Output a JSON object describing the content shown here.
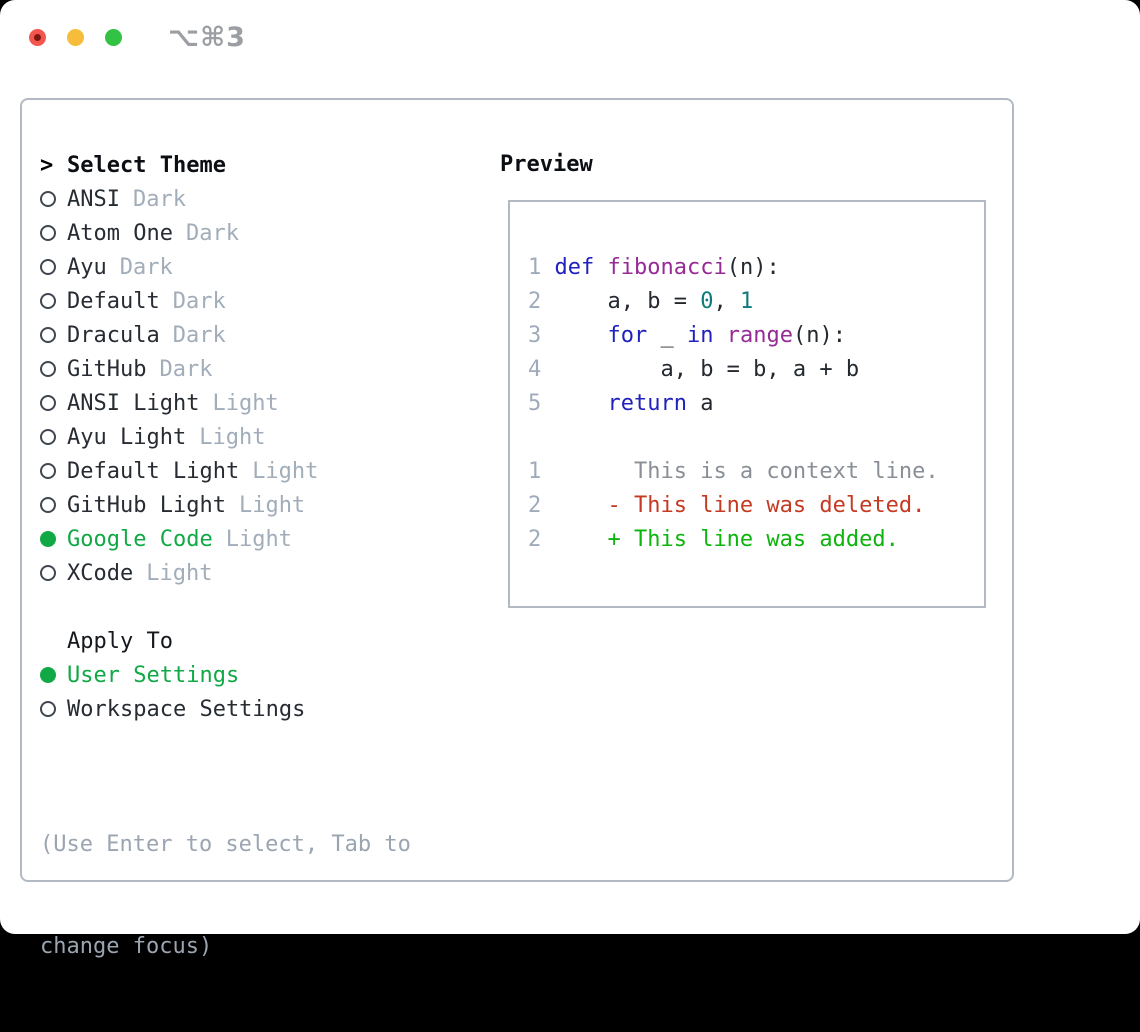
{
  "window": {
    "title": "⌥⌘3",
    "traffic_lights": [
      {
        "name": "close",
        "color": "#f2564d"
      },
      {
        "name": "minimize",
        "color": "#f6bd3b"
      },
      {
        "name": "zoom",
        "color": "#33c244"
      }
    ]
  },
  "colors": {
    "accent_green": "#10a945",
    "muted_gray": "#a2adba",
    "hint_gray": "#9aa5b1",
    "border_gray": "#b2b9c3",
    "keyword_blue": "#2121bd",
    "function_purple": "#962b96",
    "number_teal": "#0e7a7a",
    "diff_red": "#c53a22",
    "diff_green": "#0db40d",
    "line_number_gray": "#9fabbb"
  },
  "theme_selector": {
    "cursor": ">",
    "title": "Select Theme",
    "items": [
      {
        "label": "ANSI",
        "variant": "Dark",
        "selected": false
      },
      {
        "label": "Atom One",
        "variant": "Dark",
        "selected": false
      },
      {
        "label": "Ayu",
        "variant": "Dark",
        "selected": false
      },
      {
        "label": "Default",
        "variant": "Dark",
        "selected": false
      },
      {
        "label": "Dracula",
        "variant": "Dark",
        "selected": false
      },
      {
        "label": "GitHub",
        "variant": "Dark",
        "selected": false
      },
      {
        "label": "ANSI Light",
        "variant": "Light",
        "selected": false
      },
      {
        "label": "Ayu Light",
        "variant": "Light",
        "selected": false
      },
      {
        "label": "Default Light",
        "variant": "Light",
        "selected": false
      },
      {
        "label": "GitHub Light",
        "variant": "Light",
        "selected": false
      },
      {
        "label": "Google Code",
        "variant": "Light",
        "selected": true
      },
      {
        "label": "XCode",
        "variant": "Light",
        "selected": false
      }
    ],
    "apply_to": {
      "title": "Apply To",
      "options": [
        {
          "label": "User Settings",
          "selected": true
        },
        {
          "label": "Workspace Settings",
          "selected": false
        }
      ]
    },
    "hint_lines": [
      "(Use Enter to select, Tab to",
      "change focus)"
    ]
  },
  "preview": {
    "title": "Preview",
    "lines": [
      {
        "number": "1",
        "tokens": [
          {
            "t": "def",
            "c": "kw"
          },
          {
            "t": " ",
            "c": "pl"
          },
          {
            "t": "fibonacci",
            "c": "fn"
          },
          {
            "t": "(n):",
            "c": "pl"
          }
        ]
      },
      {
        "number": "2",
        "tokens": [
          {
            "t": "    a, b = ",
            "c": "pl"
          },
          {
            "t": "0",
            "c": "num"
          },
          {
            "t": ", ",
            "c": "pl"
          },
          {
            "t": "1",
            "c": "num"
          }
        ]
      },
      {
        "number": "3",
        "tokens": [
          {
            "t": "    ",
            "c": "pl"
          },
          {
            "t": "for",
            "c": "kw"
          },
          {
            "t": " _ ",
            "c": "pl"
          },
          {
            "t": "in",
            "c": "kw"
          },
          {
            "t": " ",
            "c": "pl"
          },
          {
            "t": "range",
            "c": "fn"
          },
          {
            "t": "(n):",
            "c": "pl"
          }
        ]
      },
      {
        "number": "4",
        "tokens": [
          {
            "t": "        a, b = b, a + b",
            "c": "pl"
          }
        ]
      },
      {
        "number": "5",
        "tokens": [
          {
            "t": "    ",
            "c": "pl"
          },
          {
            "t": "return",
            "c": "kw"
          },
          {
            "t": " a",
            "c": "pl"
          }
        ]
      },
      {
        "number": "",
        "tokens": []
      },
      {
        "number": "1",
        "tokens": [
          {
            "t": "      This is a context line.",
            "c": "ctx"
          }
        ]
      },
      {
        "number": "2",
        "tokens": [
          {
            "t": "    - This line was deleted.",
            "c": "del"
          }
        ]
      },
      {
        "number": "2",
        "tokens": [
          {
            "t": "    + This line was added.",
            "c": "add"
          }
        ]
      }
    ]
  }
}
